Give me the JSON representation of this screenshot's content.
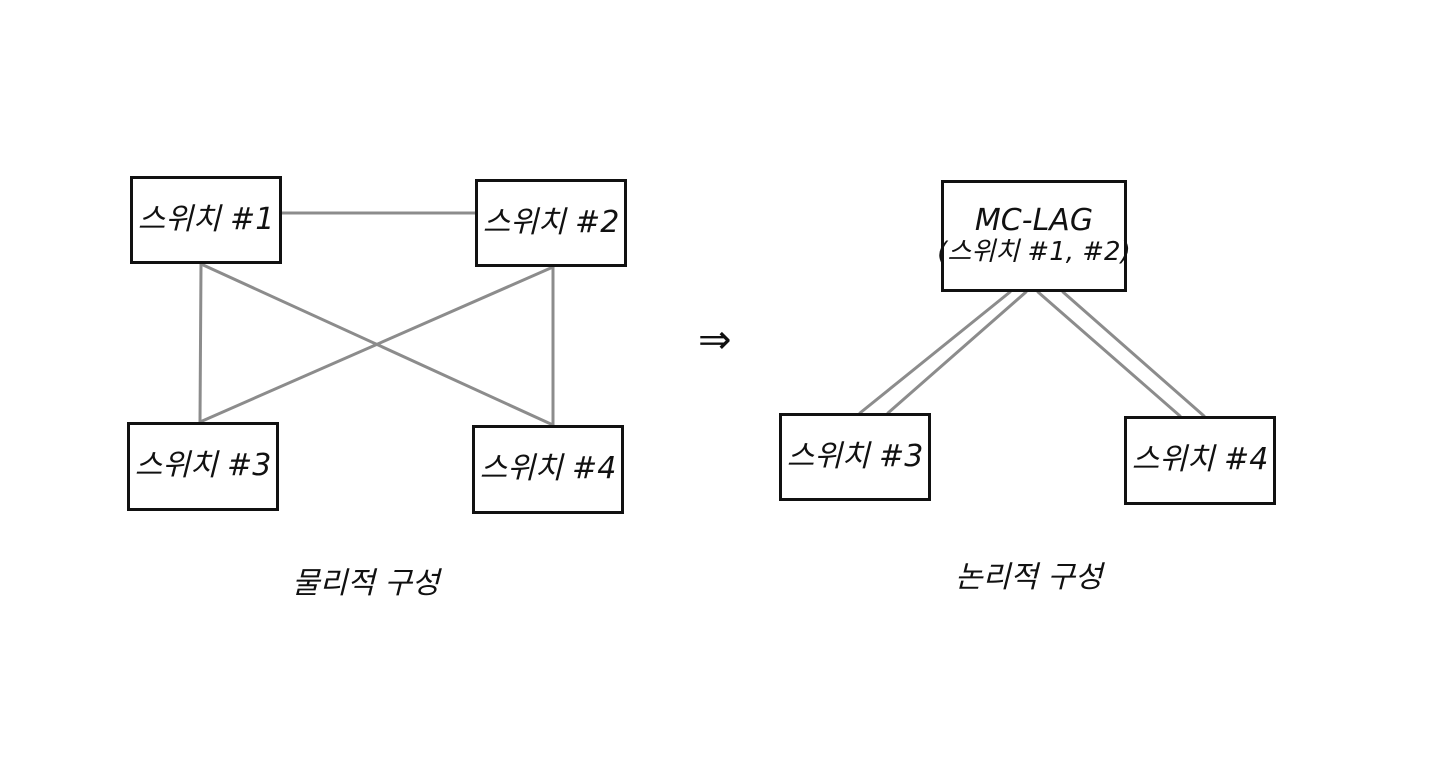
{
  "physical": {
    "nodes": [
      {
        "id": "s1",
        "label": "스위치 #1"
      },
      {
        "id": "s2",
        "label": "스위치 #2"
      },
      {
        "id": "s3",
        "label": "스위치 #3"
      },
      {
        "id": "s4",
        "label": "스위치 #4"
      }
    ],
    "edges": [
      [
        "s1",
        "s2"
      ],
      [
        "s1",
        "s3"
      ],
      [
        "s1",
        "s4"
      ],
      [
        "s2",
        "s3"
      ],
      [
        "s2",
        "s4"
      ]
    ],
    "caption": "물리적 구성"
  },
  "arrow": "⇒",
  "logical": {
    "mclag": {
      "label": "MC-LAG",
      "sublabel": "(스위치 #1, #2)"
    },
    "nodes": [
      {
        "id": "s3",
        "label": "스위치 #3"
      },
      {
        "id": "s4",
        "label": "스위치 #4"
      }
    ],
    "caption": "논리적 구성"
  },
  "colors": {
    "link": "#8c8c8c",
    "border": "#111111"
  }
}
